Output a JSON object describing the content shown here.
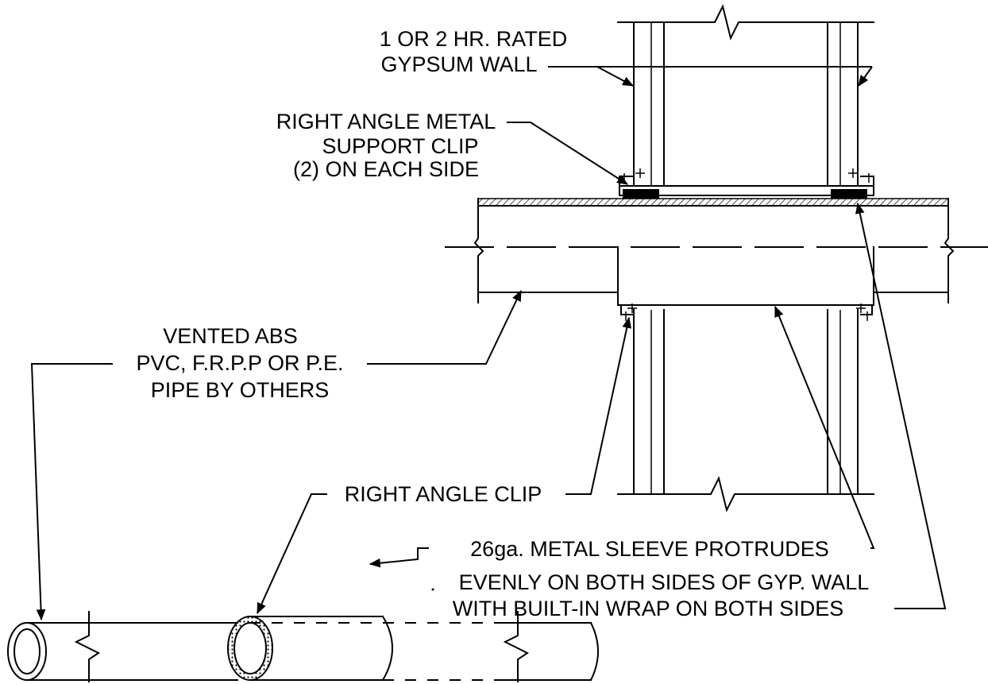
{
  "labels": {
    "wall_line1": "1 OR 2 HR. RATED",
    "wall_line2": "GYPSUM WALL",
    "clip_line1": "RIGHT ANGLE METAL",
    "clip_line2": "SUPPORT CLIP",
    "clip_line3": "(2) ON EACH SIDE",
    "pipe_line1": "VENTED ABS",
    "pipe_line2": "PVC, F.R.P.P OR P.E.",
    "pipe_line3": "PIPE BY OTHERS",
    "right_angle_clip": "RIGHT ANGLE CLIP",
    "sleeve_line1": "26ga. METAL SLEEVE PROTRUDES",
    "sleeve_line2": "EVENLY ON BOTH SIDES OF GYP. WALL",
    "sleeve_line3": "WITH BUILT-IN WRAP ON BOTH SIDES"
  },
  "colors": {
    "line": "#000000",
    "background": "#ffffff"
  }
}
